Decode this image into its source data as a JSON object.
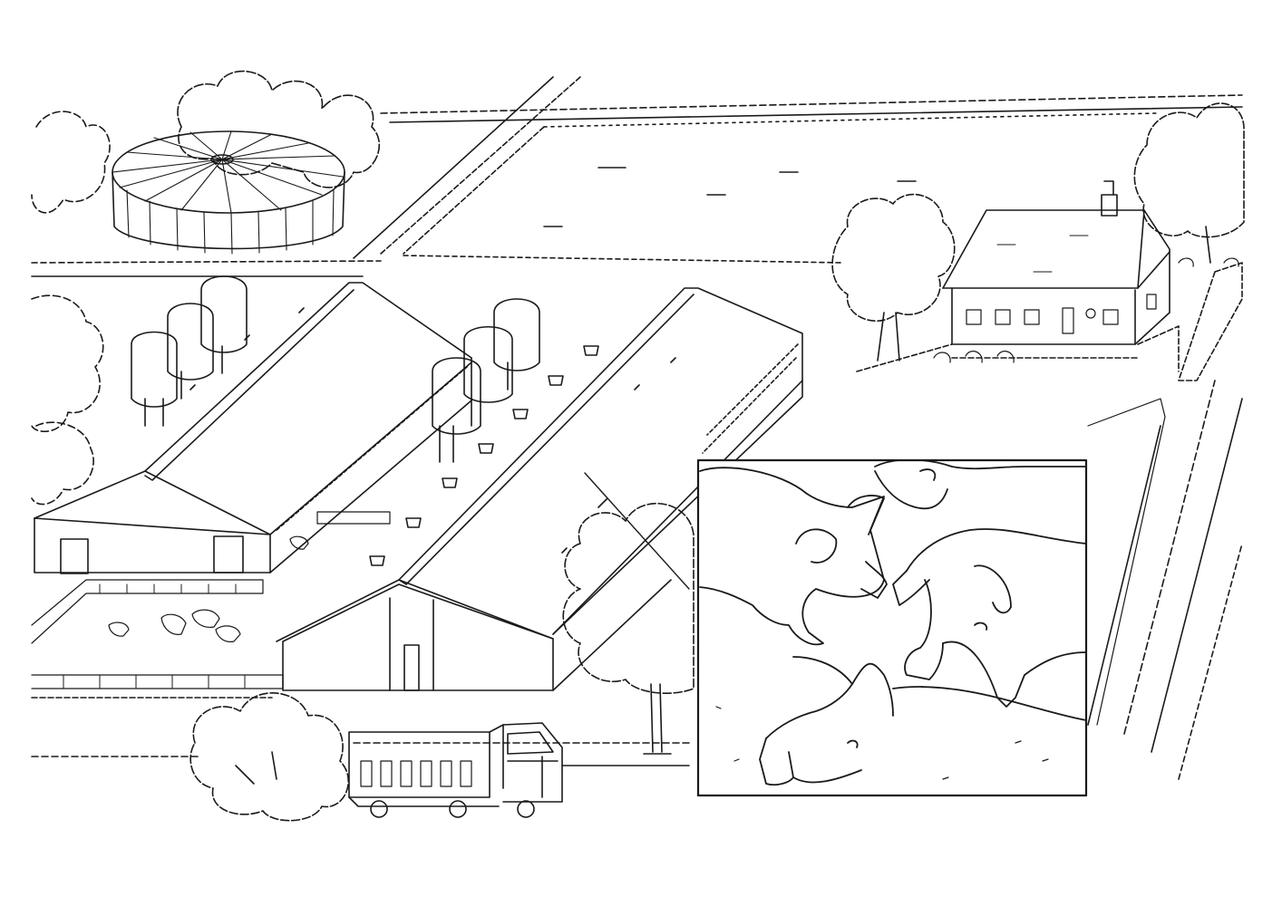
{
  "colors": {
    "ink": "#1a1a1a",
    "paper": "#ffffff"
  },
  "scene": {
    "style": "black-and-white line drawing",
    "elements": [
      "slurry-tank",
      "field",
      "pig-barn-left",
      "pig-barn-right",
      "feed-silo",
      "ventilation-chimney",
      "farmhouse",
      "tree",
      "fence",
      "pig",
      "livestock-truck",
      "inset-pigs-closeup"
    ]
  }
}
